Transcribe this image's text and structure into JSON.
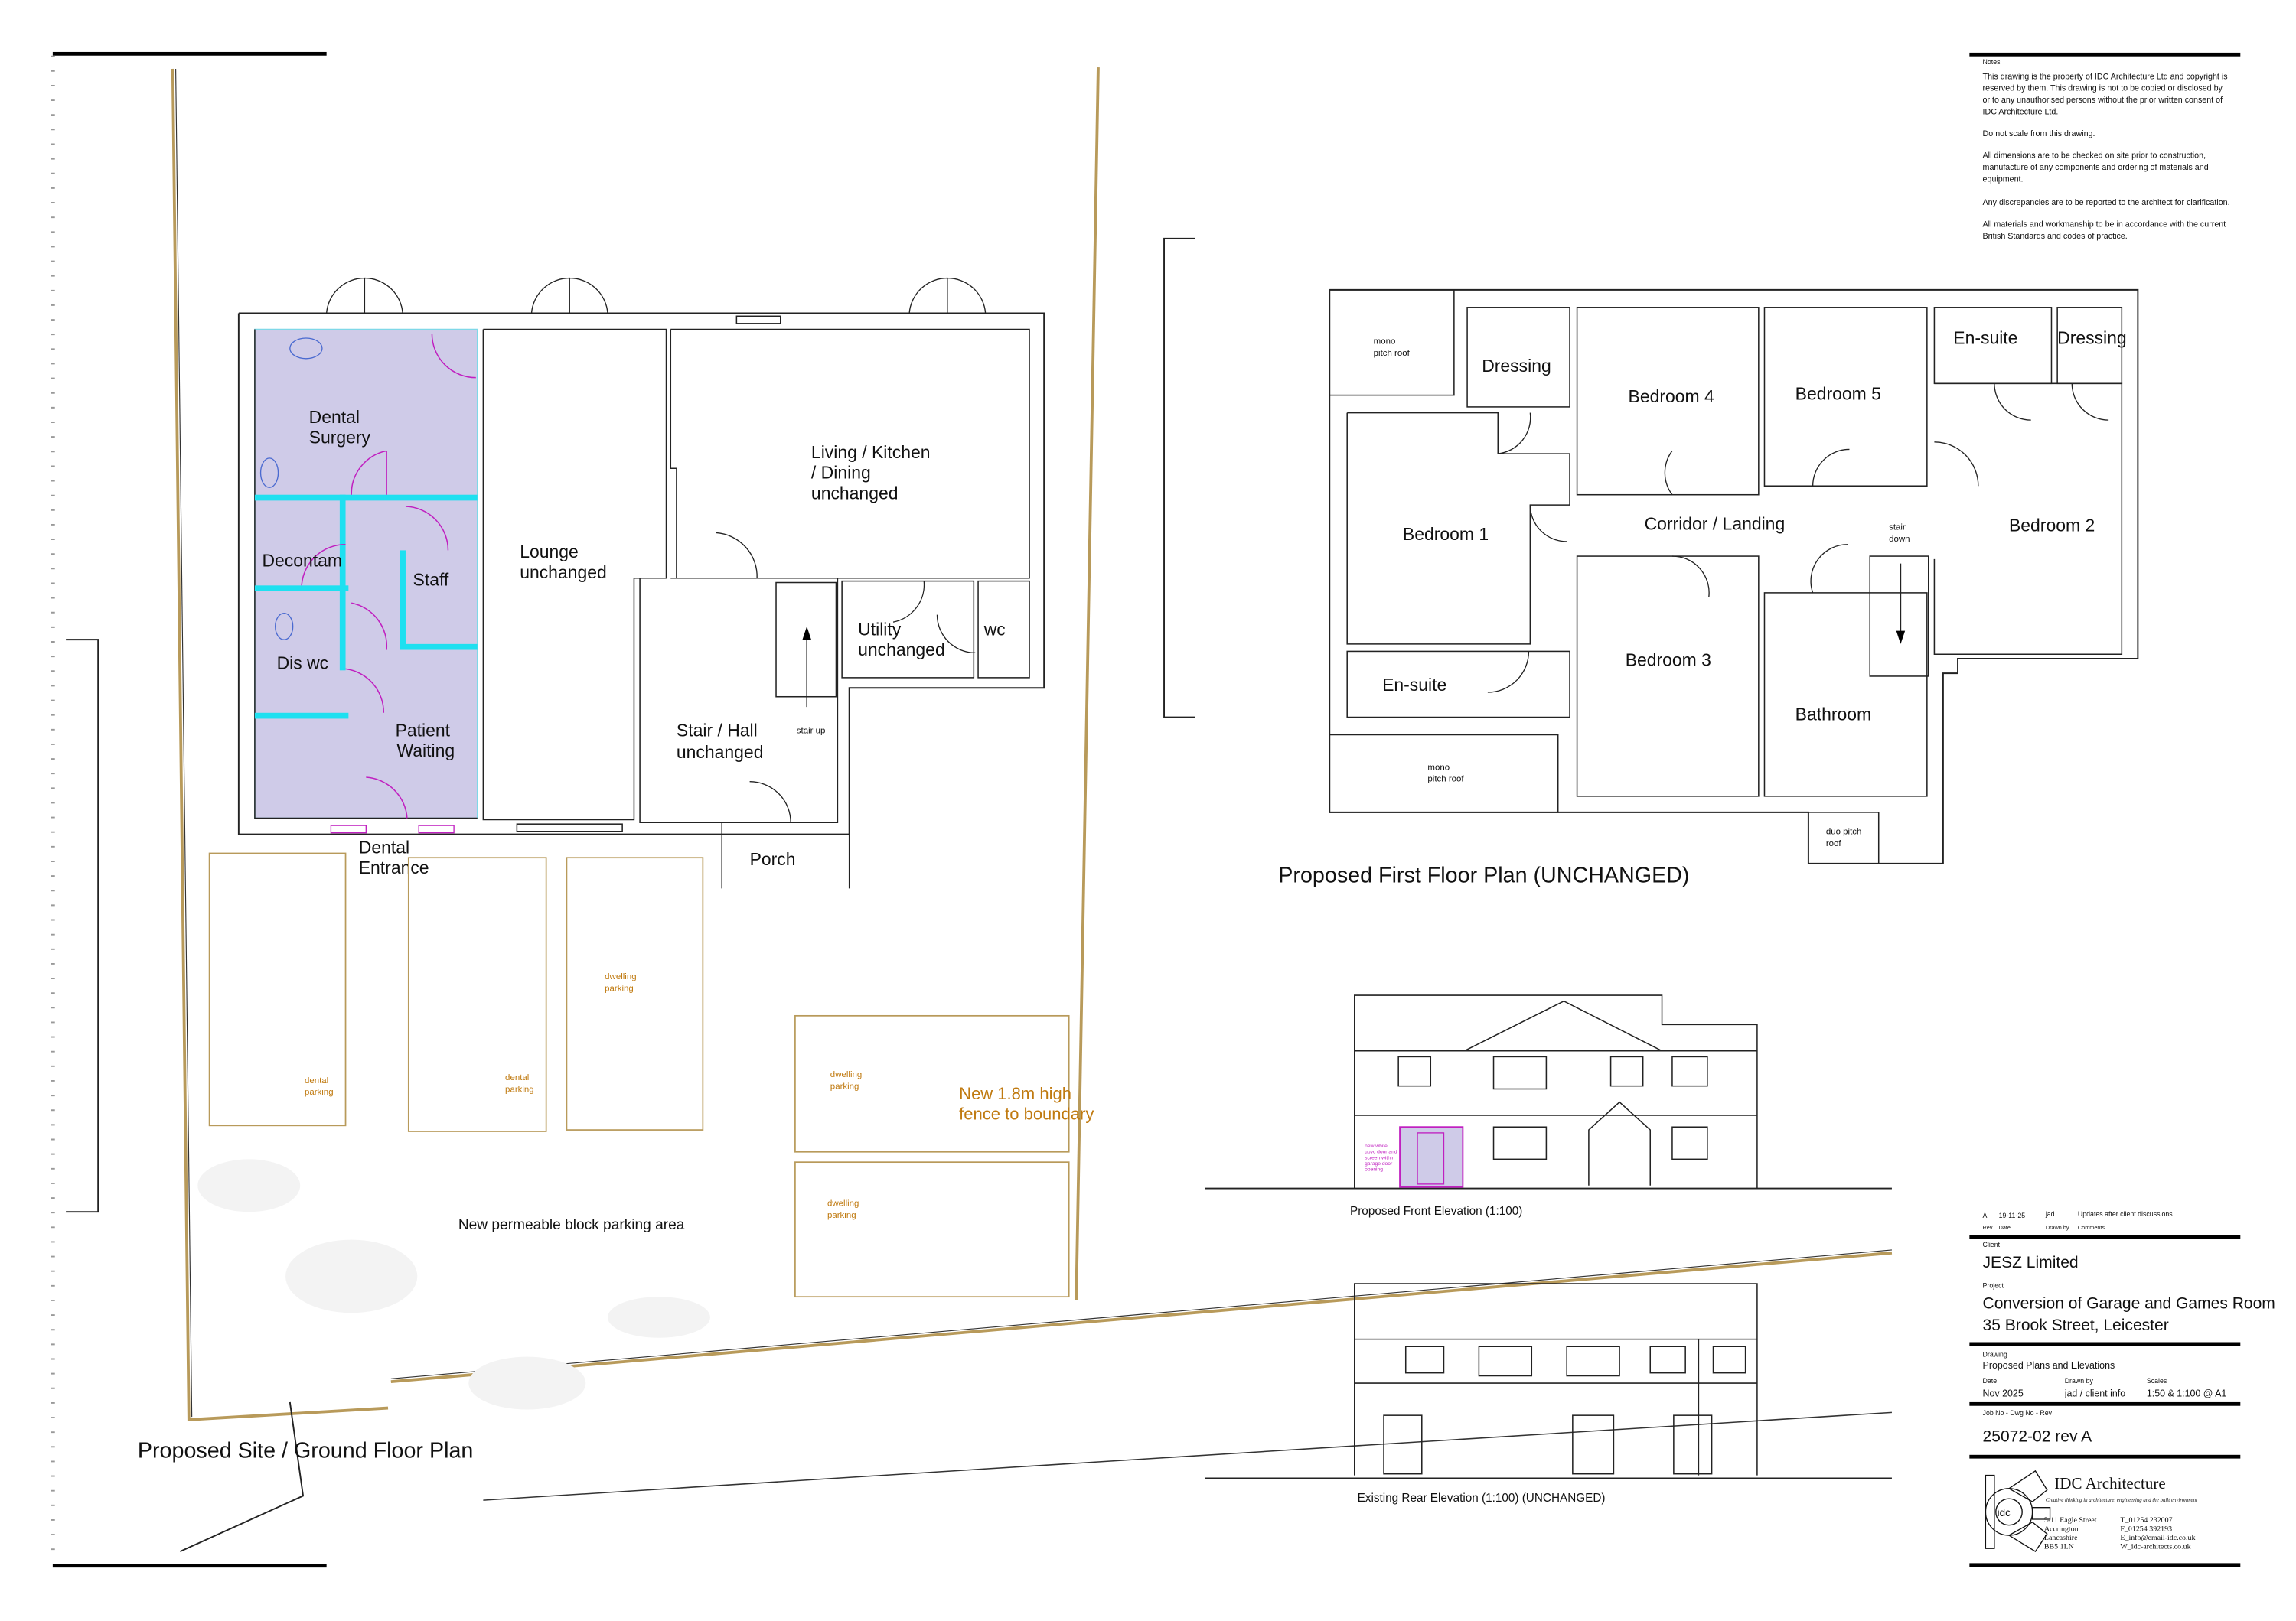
{
  "ground_plan": {
    "title": "Proposed Site / Ground Floor Plan",
    "rooms": [
      "Dental",
      "Surgery",
      "Decontam",
      "Staff",
      "Dis wc",
      "Patient",
      "Waiting",
      "Dental",
      "Entrance",
      "Lounge",
      "unchanged",
      "Living / Kitchen",
      "/ Dining",
      "unchanged",
      "Utility",
      "unchanged",
      "wc",
      "Stair / Hall",
      "unchanged",
      "stair up",
      "Porch"
    ],
    "parking": [
      "dental",
      "parking",
      "dental",
      "parking",
      "dwelling",
      "parking",
      "dwelling",
      "parking",
      "dwelling",
      "parking"
    ],
    "fence_note": [
      "New 1.8m high",
      "fence to boundary"
    ],
    "parking_area": "New permeable block parking area"
  },
  "first_plan": {
    "title": "Proposed First Floor Plan (UNCHANGED)",
    "rooms": [
      "mono",
      "pitch roof",
      "Dressing",
      "Bedroom 4",
      "Bedroom 5",
      "En-suite",
      "Dressing",
      "Bedroom 1",
      "Corridor / Landing",
      "stair",
      "down",
      "Bedroom 2",
      "Bedroom 3",
      "En-suite",
      "Bathroom",
      "mono",
      "pitch roof",
      "duo pitch",
      "roof"
    ]
  },
  "front_elevation": {
    "title": "Proposed Front Elevation (1:100)",
    "note": [
      "new white",
      "upvc door and",
      "screen within",
      "garage door",
      "opening"
    ]
  },
  "rear_elevation": {
    "title": "Existing Rear Elevation (1:100) (UNCHANGED)"
  },
  "notes": {
    "heading": "Notes",
    "lines": [
      "This drawing is the property of IDC Architecture Ltd and copyright is",
      "reserved by them. This drawing is not to be copied or disclosed by",
      "or to any unauthorised persons without the prior written consent of",
      "IDC Architecture Ltd.",
      "Do not scale from this drawing.",
      "All dimensions are to be checked on site prior to construction,",
      "manufacture of any components and ordering of materials and",
      "equipment.",
      "Any discrepancies are to be reported to the architect for clarification.",
      "All materials and workmanship to be in accordance with the current",
      "British Standards and codes of practice."
    ]
  },
  "title_block": {
    "revision": {
      "rev": "A",
      "date": "19-11-25",
      "drawn_by": "jad",
      "comments": "Updates after client discussions"
    },
    "rev_headers": {
      "rev": "Rev",
      "date": "Date",
      "drawn_by": "Drawn by",
      "comments": "Comments"
    },
    "client_label": "Client",
    "client": "JESZ Limited",
    "project_label": "Project",
    "project_line1": "Conversion of Garage and Games Room",
    "project_line2": "35 Brook Street, Leicester",
    "drawing_label": "Drawing",
    "drawing": "Proposed Plans and Elevations",
    "date_label": "Date",
    "date": "Nov 2025",
    "drawn_label": "Drawn by",
    "drawn": "jad / client info",
    "scales_label": "Scales",
    "scales": "1:50 & 1:100  @  A1",
    "job_label": "Job No - Dwg No - Rev",
    "job": "25072-02 rev A"
  },
  "company": {
    "logo_text": "idc",
    "name": "IDC Architecture",
    "tagline": "Creative thinking in architecture, engineering and the built environment",
    "address": [
      "5-11 Eagle Street",
      "Accrington",
      "Lancashire",
      "BB5 1LN"
    ],
    "contact": [
      "T_01254 232007",
      "F_01254 392193",
      "E_info@email-idc.co.uk",
      "W_idc-architects.co.uk"
    ]
  },
  "colors": {
    "proposed_fill": "#cfcbe8",
    "new_wall": "#1ee0f0",
    "door_swing": "#c020c0",
    "parking": "#b89a5a",
    "annotation": "#c07a10"
  }
}
